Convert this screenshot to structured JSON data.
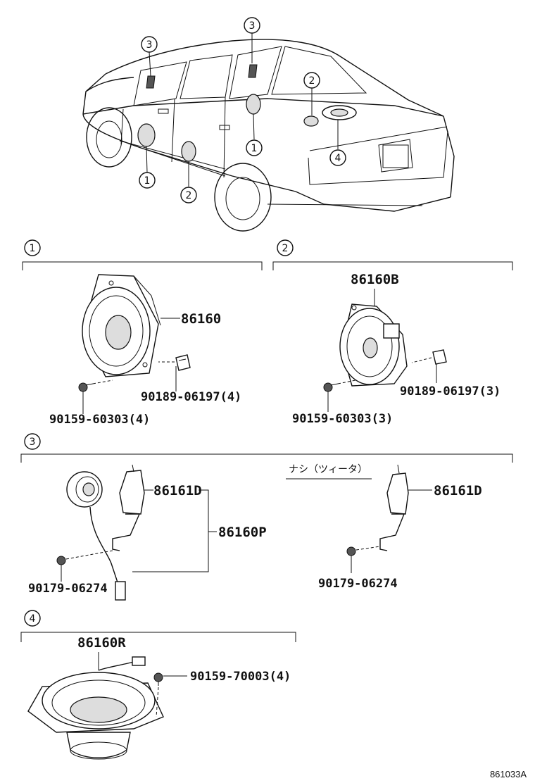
{
  "car_callouts": [
    "3",
    "3",
    "2",
    "1",
    "1",
    "2",
    "4"
  ],
  "sections": [
    {
      "number": "1",
      "parts": [
        "86160",
        "90189-06197(4)",
        "90159-60303(4)"
      ]
    },
    {
      "number": "2",
      "parts": [
        "86160B",
        "90189-06197(3)",
        "90159-60303(3)"
      ]
    },
    {
      "number": "3",
      "parts": [
        "86161D",
        "86160P",
        "90179-06274"
      ],
      "note": "ナシ（ツィータ）",
      "alt_parts": [
        "86161D",
        "90179-06274"
      ]
    },
    {
      "number": "4",
      "parts": [
        "86160R",
        "90159-70003(4)"
      ]
    }
  ],
  "diagram_code": "861033A"
}
